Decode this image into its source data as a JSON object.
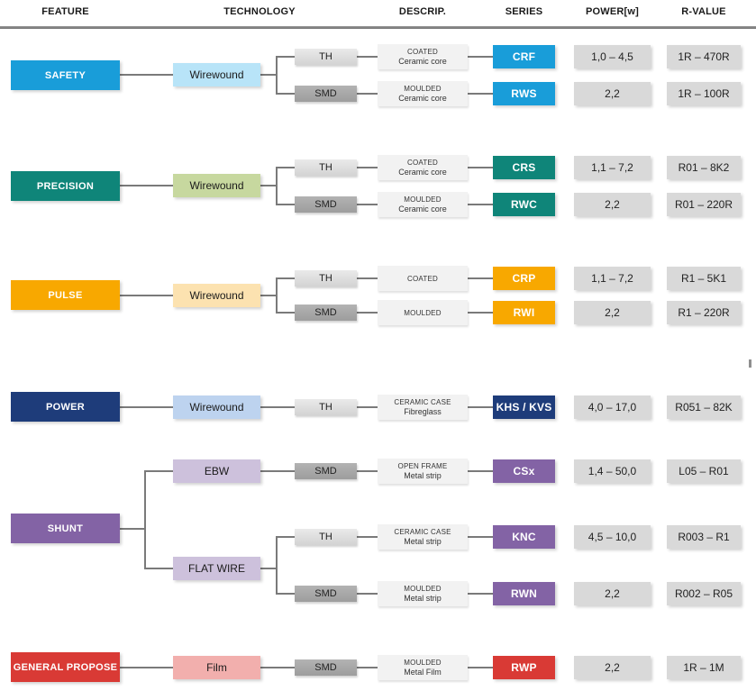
{
  "header": {
    "feature": "FEATURE",
    "technology": "TECHNOLOGY",
    "descrip": "DESCRIP.",
    "series": "SERIES",
    "power": "POWER[w]",
    "rvalue": "R-VALUE"
  },
  "colors": {
    "safety": "#199dd9",
    "safety_light": "#b8e4f8",
    "precision": "#0f8579",
    "precision_light": "#c7d89f",
    "pulse": "#f8a800",
    "pulse_light": "#fce2b0",
    "power": "#1e3c7a",
    "power_light": "#bdd3ef",
    "shunt": "#8363a5",
    "shunt_light": "#cdc1dc",
    "general": "#d93a35",
    "general_light": "#f2afad",
    "connector": "#7a7a7a"
  },
  "groups": [
    {
      "feature": "SAFETY",
      "technology": "Wirewound",
      "rows": [
        {
          "mount": "TH",
          "desc_line1": "COATED",
          "desc_line2": "Ceramic core",
          "series": "CRF",
          "power": "1,0 – 4,5",
          "rvalue": "1R – 470R"
        },
        {
          "mount": "SMD",
          "desc_line1": "MOULDED",
          "desc_line2": "Ceramic core",
          "series": "RWS",
          "power": "2,2",
          "rvalue": "1R – 100R"
        }
      ]
    },
    {
      "feature": "PRECISION",
      "technology": "Wirewound",
      "rows": [
        {
          "mount": "TH",
          "desc_line1": "COATED",
          "desc_line2": "Ceramic core",
          "series": "CRS",
          "power": "1,1 – 7,2",
          "rvalue": "R01 – 8K2"
        },
        {
          "mount": "SMD",
          "desc_line1": "MOULDED",
          "desc_line2": "Ceramic core",
          "series": "RWC",
          "power": "2,2",
          "rvalue": "R01 – 220R"
        }
      ]
    },
    {
      "feature": "PULSE",
      "technology": "Wirewound",
      "rows": [
        {
          "mount": "TH",
          "desc_line1": "COATED",
          "desc_line2": "",
          "series": "CRP",
          "power": "1,1 – 7,2",
          "rvalue": "R1 – 5K1"
        },
        {
          "mount": "SMD",
          "desc_line1": "MOULDED",
          "desc_line2": "",
          "series": "RWI",
          "power": "2,2",
          "rvalue": "R1 – 220R"
        }
      ]
    },
    {
      "feature": "POWER",
      "technology": "Wirewound",
      "rows": [
        {
          "mount": "TH",
          "desc_line1": "CERAMIC CASE",
          "desc_line2": "Fibreglass",
          "series": "KHS / KVS",
          "power": "4,0 – 17,0",
          "rvalue": "R051 – 82K"
        }
      ]
    },
    {
      "feature": "SHUNT",
      "technology": "EBW",
      "technology2": "FLAT WIRE",
      "rows": [
        {
          "mount": "SMD",
          "desc_line1": "OPEN FRAME",
          "desc_line2": "Metal strip",
          "series": "CSx",
          "power": "1,4 – 50,0",
          "rvalue": "L05 – R01"
        },
        {
          "mount": "TH",
          "desc_line1": "CERAMIC CASE",
          "desc_line2": "Metal strip",
          "series": "KNC",
          "power": "4,5 – 10,0",
          "rvalue": "R003 – R1"
        },
        {
          "mount": "SMD",
          "desc_line1": "MOULDED",
          "desc_line2": "Metal strip",
          "series": "RWN",
          "power": "2,2",
          "rvalue": "R002 – R05"
        }
      ]
    },
    {
      "feature": "GENERAL PROPOSE",
      "technology": "Film",
      "rows": [
        {
          "mount": "SMD",
          "desc_line1": "MOULDED",
          "desc_line2": "Metal Film",
          "series": "RWP",
          "power": "2,2",
          "rvalue": "1R – 1M"
        }
      ]
    }
  ]
}
